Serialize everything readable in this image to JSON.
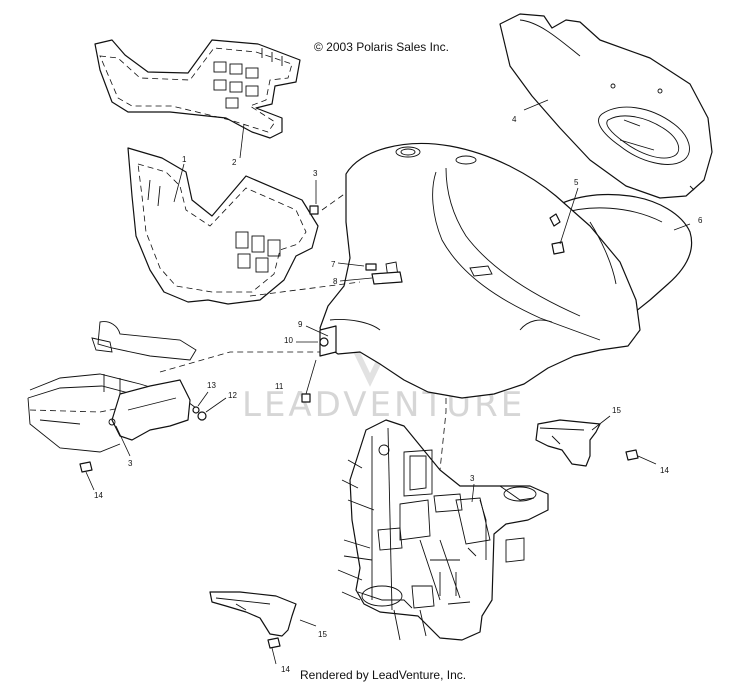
{
  "copyright": "© 2003 Polaris Sales Inc.",
  "footer": "Rendered by LeadVenture, Inc.",
  "watermark": "LEADVENTURE",
  "callouts": {
    "p1": "1",
    "p2": "2",
    "p3a": "3",
    "p3b": "3",
    "p3c": "3",
    "p4": "4",
    "p5": "5",
    "p6": "6",
    "p7": "7",
    "p8": "8",
    "p9": "9",
    "p10": "10",
    "p11": "11",
    "p12": "12",
    "p13": "13",
    "p14a": "14",
    "p14b": "14",
    "p14c": "14",
    "p15a": "15",
    "p15b": "15"
  }
}
